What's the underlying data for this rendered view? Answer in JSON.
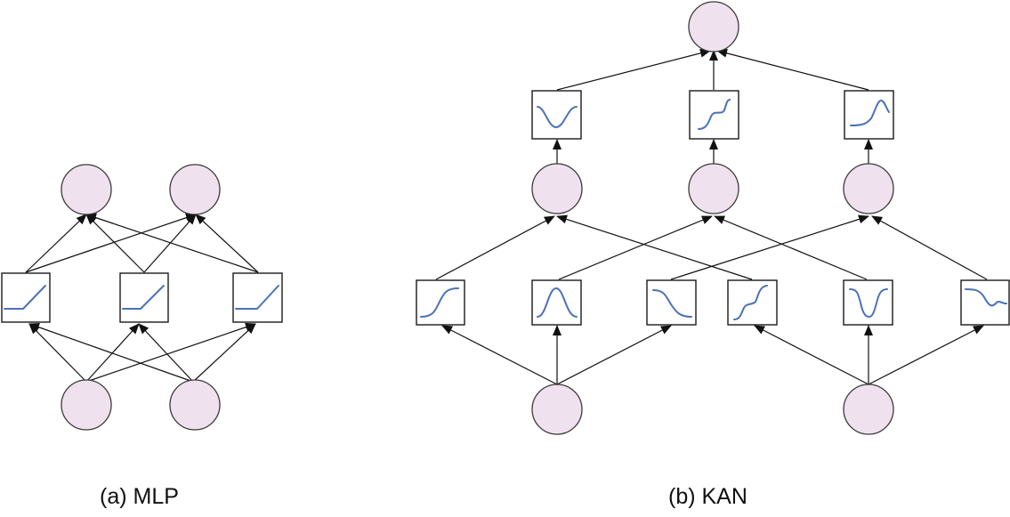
{
  "captions": {
    "mlp": "(a) MLP",
    "kan": "(b) KAN"
  },
  "colors": {
    "node_fill": "#f0e1ef",
    "curve": "#4a72b8",
    "edge": "#111111"
  },
  "mlp": {
    "activation_shape": "relu-ramp",
    "inputs": 2,
    "hidden_units": 3,
    "outputs": 2
  },
  "kan": {
    "inputs": 2,
    "hidden_nodes": 3,
    "outputs": 1,
    "layer1_activation_shapes": [
      "sigmoid",
      "bump",
      "falling-sigmoid",
      "s-step",
      "well",
      "falling-wiggle"
    ],
    "layer2_activation_shapes": [
      "valley",
      "double-step",
      "rising-bump"
    ]
  }
}
